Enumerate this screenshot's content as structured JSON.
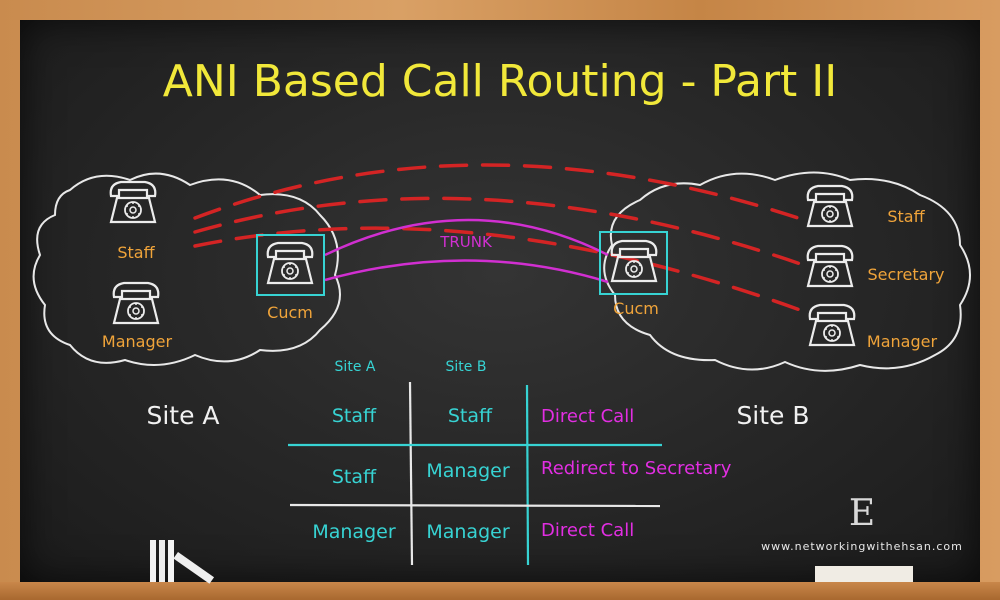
{
  "title": "ANI Based Call Routing - Part II",
  "trunk_label": "TRUNK",
  "site_a": {
    "label": "Site A",
    "phones": [
      {
        "label": "Staff"
      },
      {
        "label": "Manager"
      }
    ],
    "cucm_label": "Cucm"
  },
  "site_b": {
    "label": "Site B",
    "phones": [
      {
        "label": "Staff"
      },
      {
        "label": "Secretary"
      },
      {
        "label": "Manager"
      }
    ],
    "cucm_label": "Cucm"
  },
  "routing_table": {
    "headers": [
      "Site A",
      "Site B"
    ],
    "rows": [
      {
        "site_a": "Staff",
        "site_b": "Staff",
        "action": "Direct Call"
      },
      {
        "site_a": "Staff",
        "site_b": "Manager",
        "action": "Redirect to Secretary"
      },
      {
        "site_a": "Manager",
        "site_b": "Manager",
        "action": "Direct Call"
      }
    ]
  },
  "logo": "E",
  "website": "www.networkingwithehsan.com",
  "colors": {
    "title": "#f1e83a",
    "phone_label": "#f0a43a",
    "cyan": "#37d3d3",
    "magenta": "#e22ee2",
    "dashes": "#d42424"
  }
}
